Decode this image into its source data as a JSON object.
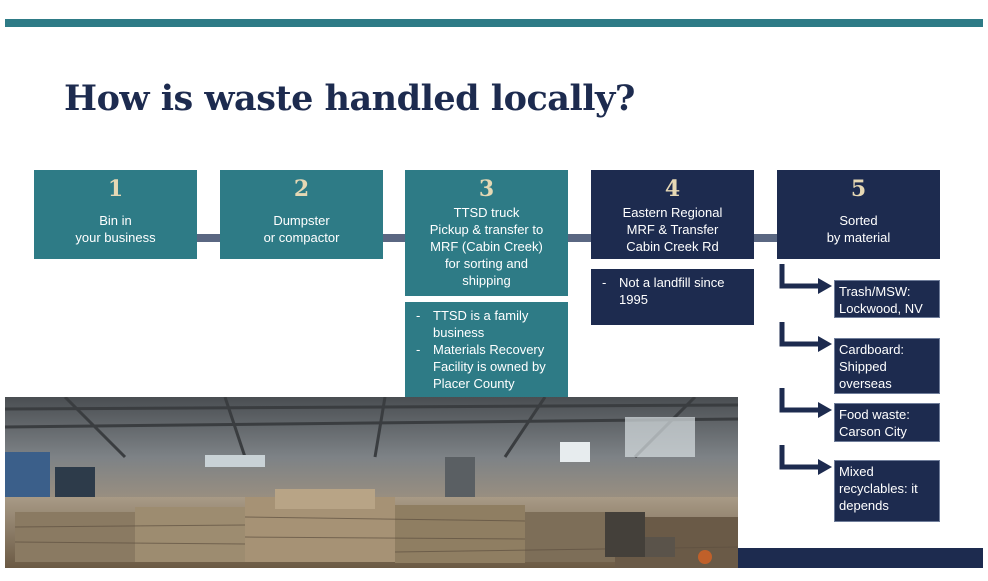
{
  "title": "How is waste handled locally?",
  "colors": {
    "teal": "#2e7b86",
    "navy": "#1d2b4f",
    "number": "#e6d8b4",
    "connector": "#5a6782"
  },
  "steps": [
    {
      "number": "1",
      "text": "Bin in\nyour business"
    },
    {
      "number": "2",
      "text": "Dumpster\nor compactor"
    },
    {
      "number": "3",
      "text": "TTSD truck\nPickup & transfer to\nMRF (Cabin Creek)\nfor sorting and\nshipping"
    },
    {
      "number": "4",
      "text": "Eastern Regional\nMRF & Transfer\nCabin Creek Rd"
    },
    {
      "number": "5",
      "text": "Sorted\nby material"
    }
  ],
  "step3_notes": [
    "TTSD is a family business",
    "Materials Recovery Facility is owned by Placer County"
  ],
  "step4_notes": [
    "Not a landfill since 1995"
  ],
  "sorted_materials": [
    "Trash/MSW: Lockwood, NV",
    "Cardboard: Shipped overseas",
    "Food waste: Carson City",
    "Mixed recyclables: it depends"
  ],
  "photo": {
    "description_icon": "recycling-facility-photo"
  }
}
